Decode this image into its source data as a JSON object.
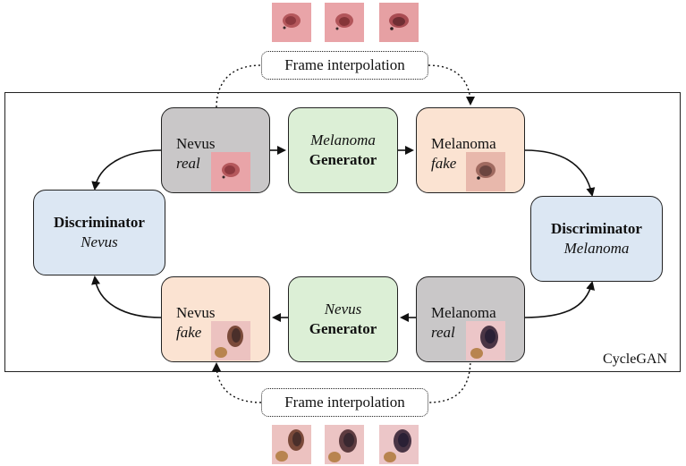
{
  "cycle_label": "CycleGAN",
  "frame_interpolation_top": "Frame interpolation",
  "frame_interpolation_bottom": "Frame interpolation",
  "nodes": {
    "nevus_real": {
      "line1": "Nevus",
      "line2": "real"
    },
    "melanoma_generator": {
      "line1": "Melanoma",
      "line2": "Generator"
    },
    "melanoma_fake": {
      "line1": "Melanoma",
      "line2": "fake"
    },
    "discriminator_nevus": {
      "line1": "Discriminator",
      "line2": "Nevus"
    },
    "discriminator_melanoma": {
      "line1": "Discriminator",
      "line2": "Melanoma"
    },
    "nevus_fake": {
      "line1": "Nevus",
      "line2": "fake"
    },
    "nevus_generator": {
      "line1": "Nevus",
      "line2": "Generator"
    },
    "melanoma_real": {
      "line1": "Melanoma",
      "line2": "real"
    }
  },
  "colors": {
    "real": "#c9c7c8",
    "generator": "#dcefd6",
    "fake": "#fbe3d2",
    "discriminator": "#dce7f3",
    "skin": "#e9a4a8",
    "lesion_dark": "#4a3545"
  }
}
